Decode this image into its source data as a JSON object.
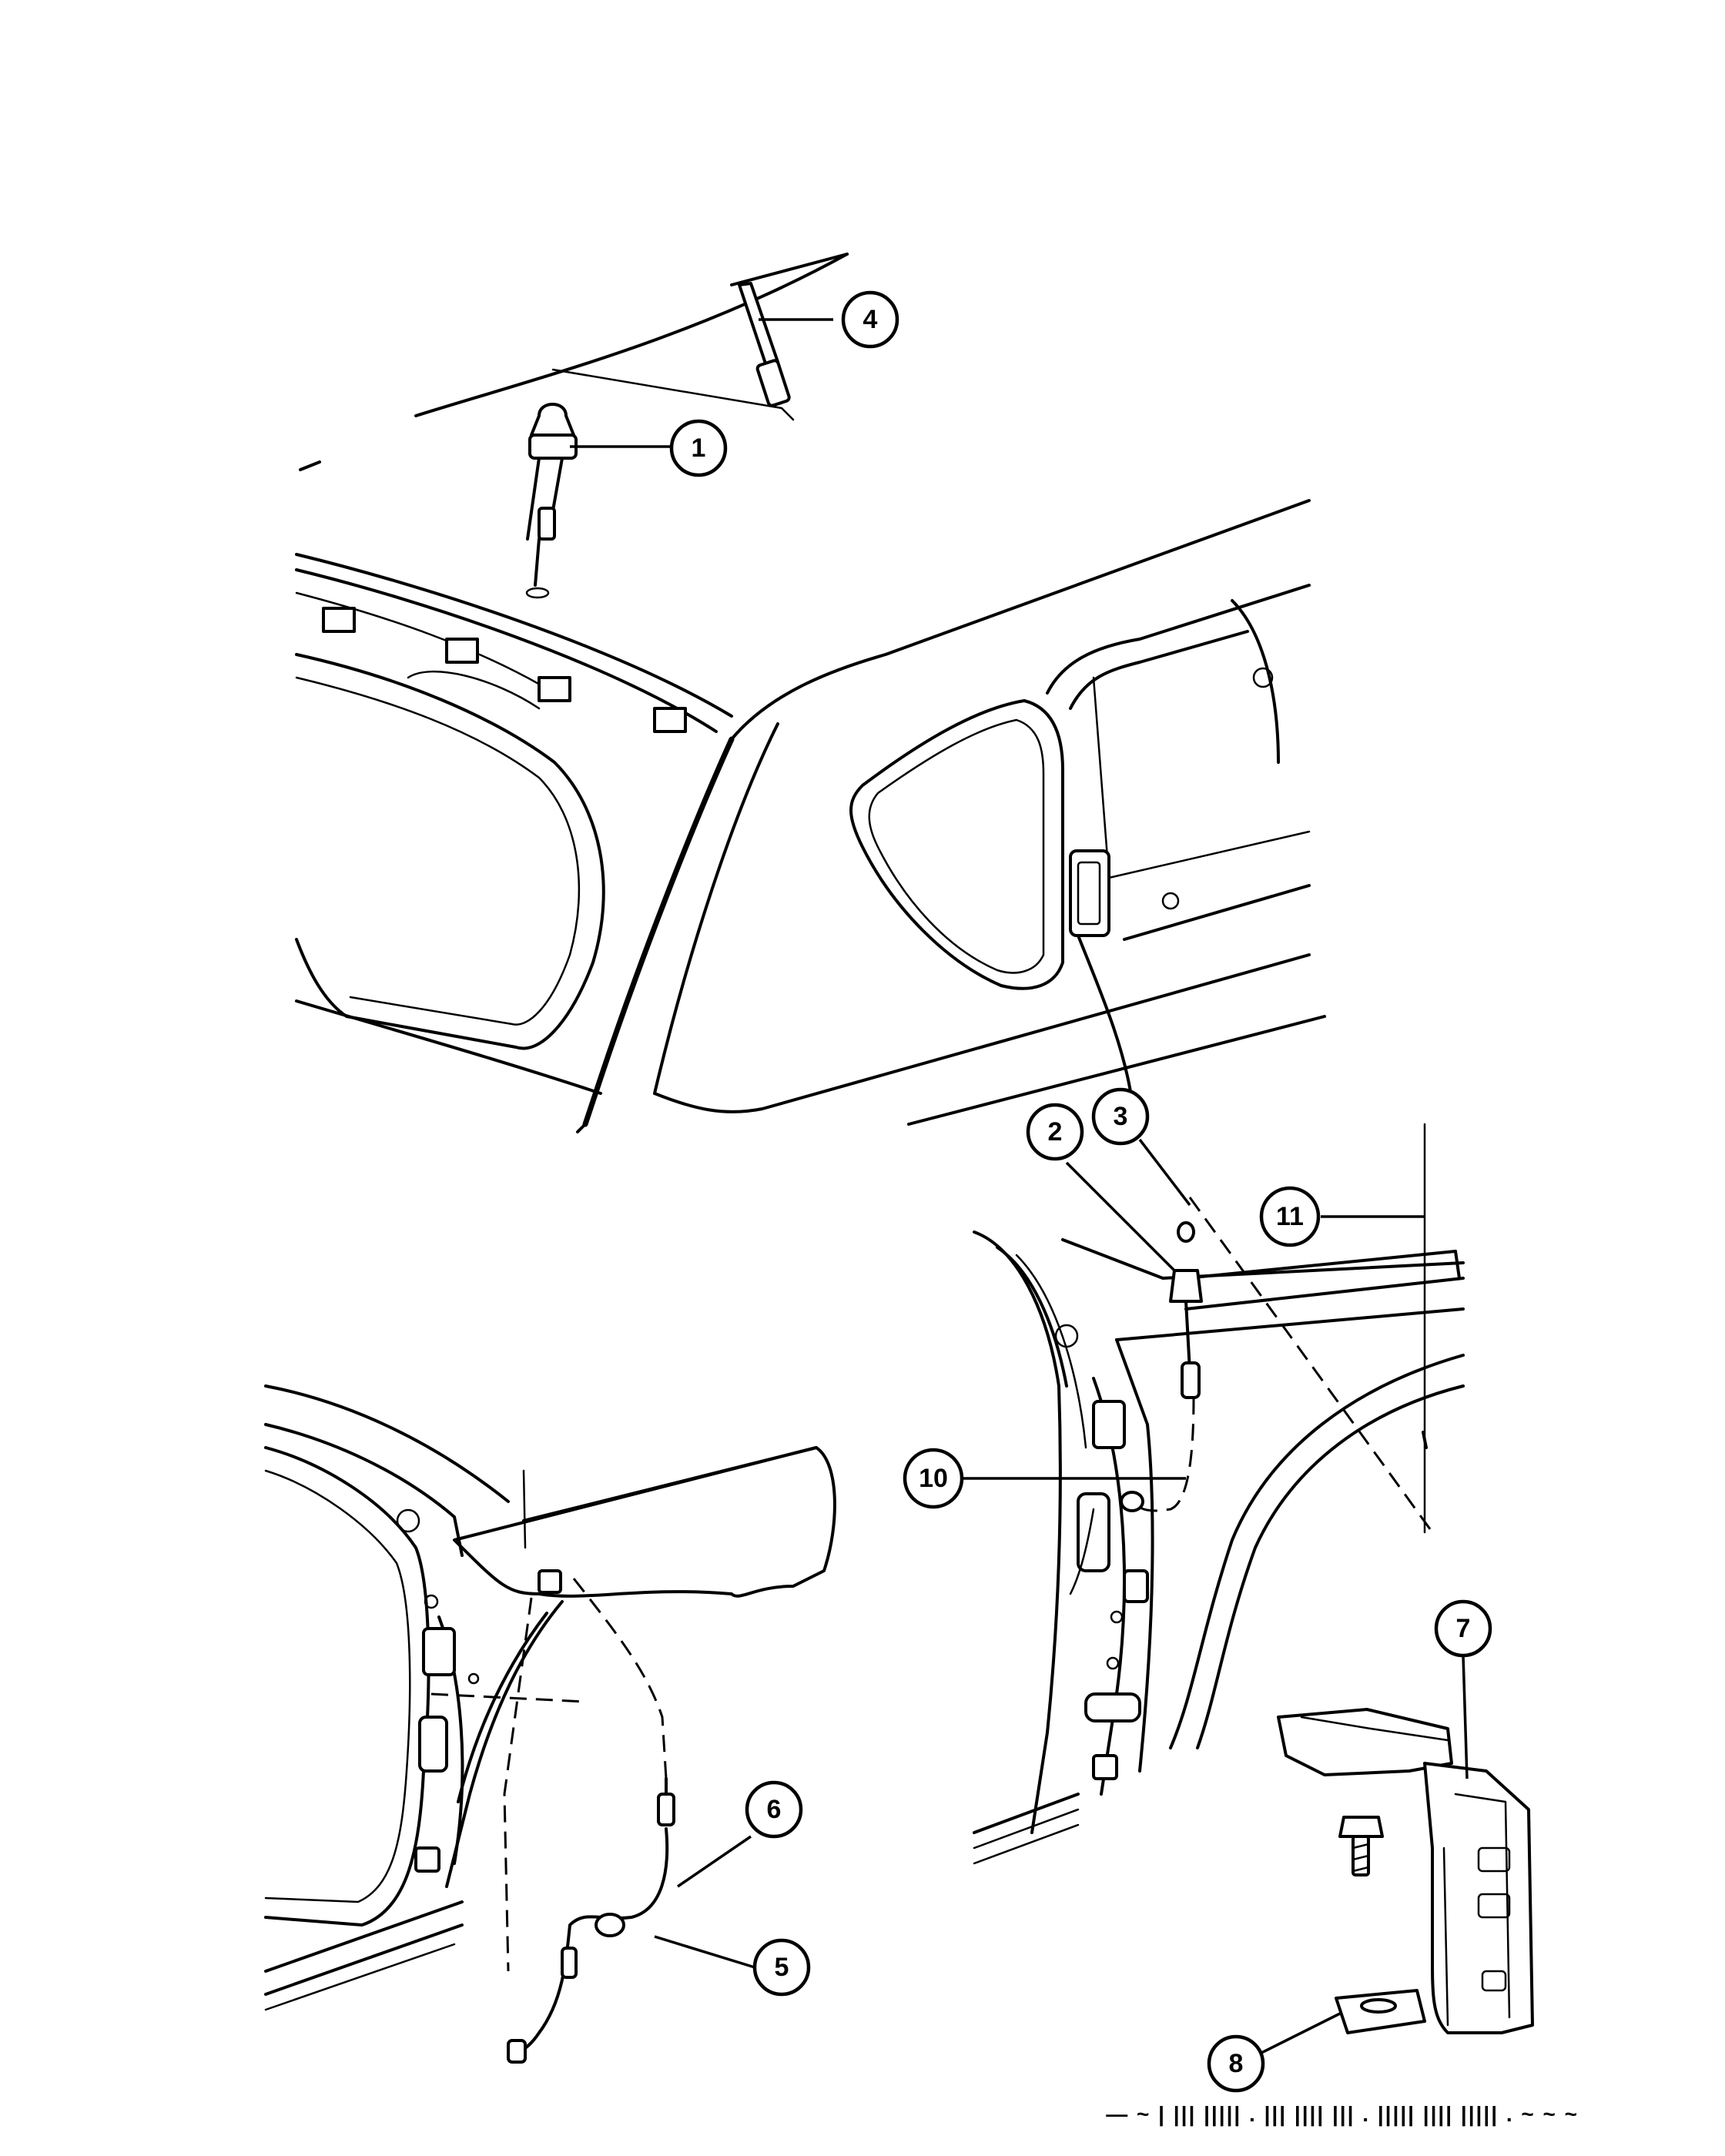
{
  "callouts": [
    {
      "label": "1"
    },
    {
      "label": "2"
    },
    {
      "label": "3"
    },
    {
      "label": "4"
    },
    {
      "label": "5"
    },
    {
      "label": "6"
    },
    {
      "label": "7"
    },
    {
      "label": "8"
    },
    {
      "label": "10"
    },
    {
      "label": "11"
    }
  ],
  "footer_code": "— ~ | ||| ||||| . ||| |||| ||| . ||||| |||| ||||| . ~ ~ ~"
}
